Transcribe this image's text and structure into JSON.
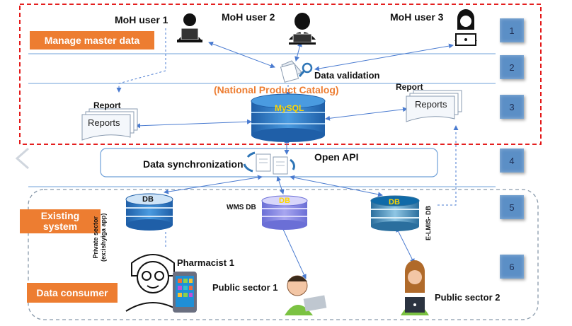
{
  "users": {
    "user1": "MoH user 1",
    "user2": "MoH user 2",
    "user3": "MoH user 3"
  },
  "manage_master_data": "Manage master data",
  "data_validation": "Data validation",
  "catalog_label": "(National Product Catalog)",
  "mysql": "MySQL",
  "report_left": {
    "title": "Report",
    "doc": "Reports"
  },
  "report_right": {
    "title": "Report",
    "doc": "Reports"
  },
  "open_api": "Open API",
  "data_sync": "Data synchronization",
  "existing_system": [
    "Existing",
    "system"
  ],
  "db_labels": {
    "db1": "DB",
    "wms": "WMS DB",
    "db2": "DB",
    "db3": "DB"
  },
  "private_sector": [
    "Private sector",
    "(ex:ishyiga app)"
  ],
  "elmis": "E-LMIS- DB",
  "data_consumer": "Data consumer",
  "pharmacist": "Pharmacist 1",
  "public_sector_1": "Public sector 1",
  "public_sector_2": "Public sector 2",
  "steps": [
    "1",
    "2",
    "3",
    "4",
    "5",
    "6"
  ],
  "colors": {
    "orange": "#ed7d31",
    "db_blue": "#2e75b6",
    "step_blue": "#5b8fc6",
    "red_dash": "#e00000"
  }
}
